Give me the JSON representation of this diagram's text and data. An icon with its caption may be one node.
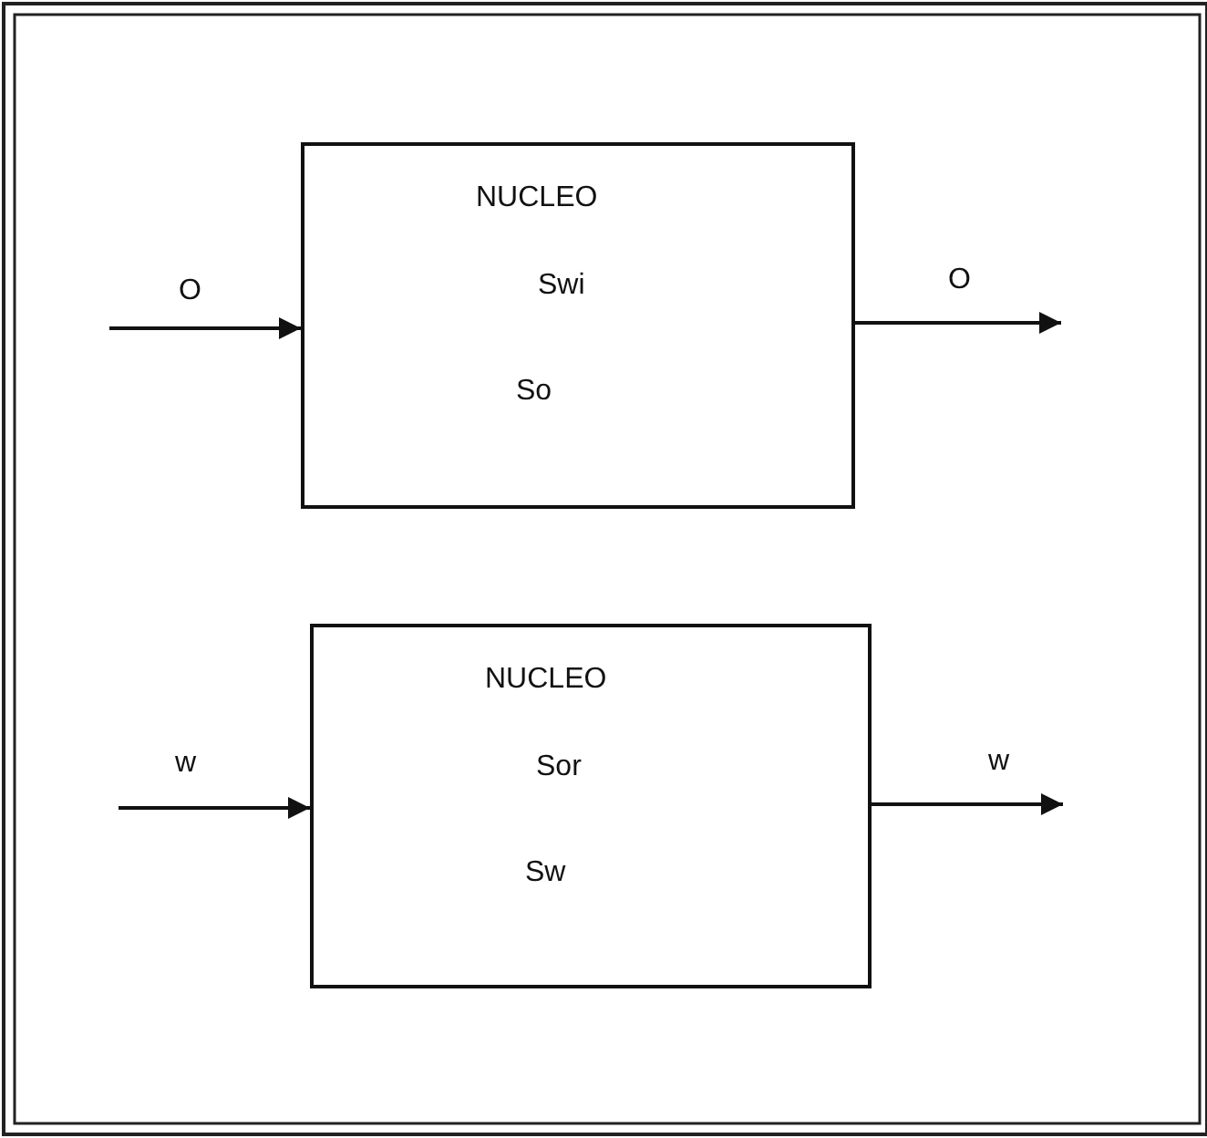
{
  "diagram": {
    "nodes": [
      {
        "text": [
          "NUCLEO",
          "Swi",
          "So"
        ]
      },
      {
        "text": [
          "NUCLEO",
          "Sor",
          "Sw"
        ]
      }
    ],
    "edges": [
      {
        "from": null,
        "to": 0,
        "arrow": "to",
        "label": "O"
      },
      {
        "from": 0,
        "to": null,
        "arrow": "to",
        "label": "O"
      },
      {
        "from": null,
        "to": 1,
        "arrow": "to",
        "label": "w"
      },
      {
        "from": 1,
        "to": null,
        "arrow": "to",
        "label": "w"
      }
    ]
  }
}
